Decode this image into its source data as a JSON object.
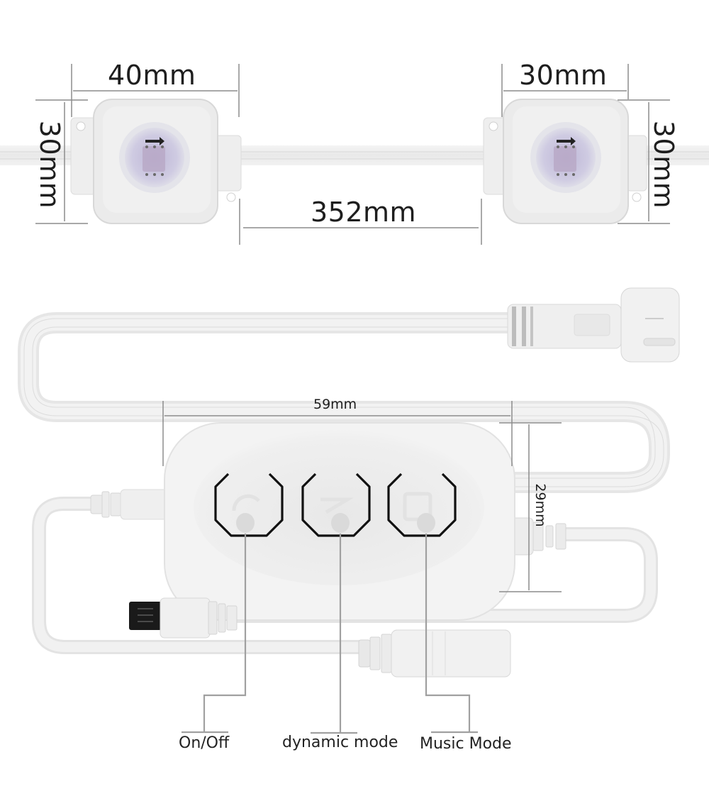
{
  "diagram": {
    "subject": "LED pixel module string with 3-button controller",
    "colors": {
      "background": "#ffffff",
      "dimension_line": "#8c8c8c",
      "text": "#1e1e1e",
      "plastic": "#ececec",
      "plastic_shadow": "#d6d6d6",
      "lens": "#c9c6dd",
      "button_outline": "#111111",
      "callout_line": "#9a9a9a"
    },
    "modules": [
      {
        "id": "module-left",
        "width_label": "40mm",
        "height_label": "30mm"
      },
      {
        "id": "module-right",
        "width_label": "30mm",
        "height_label": "30mm"
      }
    ],
    "module_spacing_label": "352mm",
    "controller": {
      "width_label": "59mm",
      "height_label": "29mm",
      "buttons": [
        {
          "id": "button-on-off",
          "icon": "power-icon",
          "caption": "On/Off"
        },
        {
          "id": "button-dynamic",
          "icon": "wave-icon",
          "caption": "dynamic mode"
        },
        {
          "id": "button-music",
          "icon": "music-icon",
          "caption": "Music Mode"
        }
      ]
    },
    "connectors": [
      {
        "id": "waterproof-connector-top",
        "type": "round waterproof plug"
      },
      {
        "id": "usb-plug",
        "type": "USB plug"
      },
      {
        "id": "dc-female-jack",
        "type": "DC barrel female jack"
      }
    ]
  }
}
